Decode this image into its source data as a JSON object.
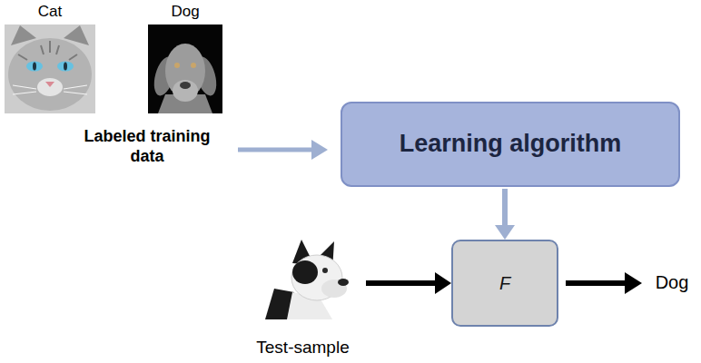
{
  "diagram": {
    "nodes": [
      {
        "text": [
          "Cat"
        ]
      },
      {
        "text": [
          "Dog"
        ]
      },
      {
        "text": [
          "Learning algorithm"
        ]
      },
      {
        "text": [
          "Test-sample"
        ]
      },
      {
        "text": [
          "F"
        ]
      }
    ],
    "edges": [
      {
        "from": 2,
        "to": 4,
        "arrow": "to"
      },
      {
        "from": 3,
        "to": 4,
        "arrow": "to"
      }
    ],
    "labels": [
      "Labeled training data",
      "Dog"
    ]
  }
}
